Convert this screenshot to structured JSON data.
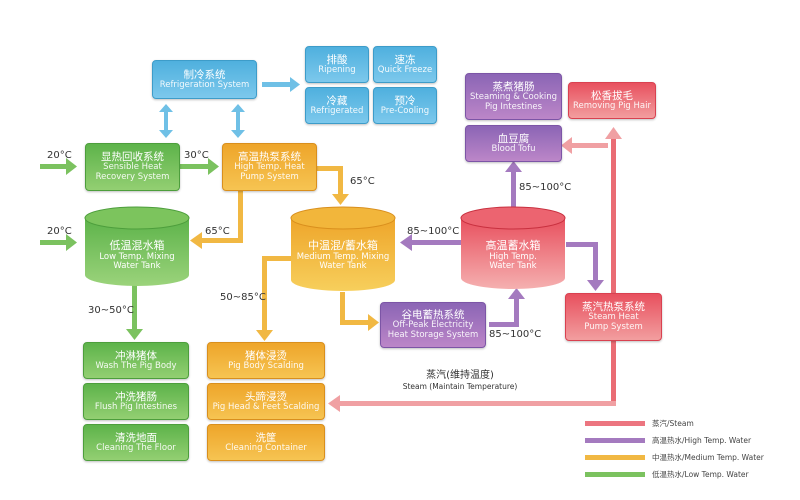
{
  "colors": {
    "steam": "#e8505e",
    "high_temp_water": "#8b65b5",
    "medium_temp_water": "#eea52a",
    "low_temp_water": "#5db34a",
    "refrigeration": "#4fb0de"
  },
  "refrigeration": {
    "system": {
      "zh": "制冷系统",
      "en": "Refrigeration System"
    },
    "outputs": [
      {
        "zh": "排酸",
        "en": "Ripening"
      },
      {
        "zh": "速冻",
        "en": "Quick Freeze"
      },
      {
        "zh": "冷藏",
        "en": "Refrigerated"
      },
      {
        "zh": "预冷",
        "en": "Pre-Cooling"
      }
    ]
  },
  "systems": {
    "sensible_heat": {
      "zh": "显热回收系统",
      "en1": "Sensible Heat",
      "en2": "Recovery System"
    },
    "high_temp_pump": {
      "zh": "高温热泵系统",
      "en1": "High Temp. Heat",
      "en2": "Pump System"
    },
    "off_peak": {
      "zh": "谷电蓄热系统",
      "en1": "Off-Peak Electricity",
      "en2": "Heat Storage System"
    },
    "steam_pump": {
      "zh": "蒸汽热泵系统",
      "en1": "Steam Heat",
      "en2": "Pump System"
    }
  },
  "tanks": {
    "low": {
      "zh": "低温混水箱",
      "en1": "Low Temp. Mixing",
      "en2": "Water Tank"
    },
    "medium": {
      "zh": "中温混/蓄水箱",
      "en1": "Medium Temp. Mixing",
      "en2": "Water Tank"
    },
    "high": {
      "zh": "高温蓄水箱",
      "en1": "High Temp.",
      "en2": "Water Tank"
    }
  },
  "processes": {
    "steaming": {
      "zh": "蒸煮猪肠",
      "en1": "Steaming & Cooking",
      "en2": "Pig Intestines"
    },
    "blood_tofu": {
      "zh": "血豆腐",
      "en": "Blood Tofu"
    },
    "hair": {
      "zh": "松香拔毛",
      "en": "Removing Pig Hair"
    },
    "low_uses": [
      {
        "zh": "冲淋猪体",
        "en": "Wash The Pig Body"
      },
      {
        "zh": "冲洗猪肠",
        "en": "Flush Pig Intestines"
      },
      {
        "zh": "清洗地面",
        "en": "Cleaning The Floor"
      }
    ],
    "medium_uses": [
      {
        "zh": "猪体浸烫",
        "en": "Pig Body Scalding"
      },
      {
        "zh": "头蹄浸烫",
        "en": "Pig Head & Feet Scalding"
      },
      {
        "zh": "洗筐",
        "en": "Cleaning Container"
      }
    ]
  },
  "temps": {
    "in_sensible": "20°C",
    "sensible_to_pump": "30°C",
    "in_low_tank": "20°C",
    "pump_to_low": "65°C",
    "pump_to_medium": "65°C",
    "high_to_medium": "85~100°C",
    "high_to_tofu": "85~100°C",
    "offpeak_to_high": "85~100°C",
    "low_out": "30~50°C",
    "medium_out": "50~85°C"
  },
  "steam_label": {
    "zh": "蒸汽(维持温度)",
    "en": "Steam (Maintain Temperature)"
  },
  "legend": [
    {
      "key": "steam",
      "label": "蒸汽/Steam"
    },
    {
      "key": "high_temp_water",
      "label": "高温热水/High Temp. Water"
    },
    {
      "key": "medium_temp_water",
      "label": "中温热水/Medium Temp. Water"
    },
    {
      "key": "low_temp_water",
      "label": "低温热水/Low Temp. Water"
    }
  ]
}
